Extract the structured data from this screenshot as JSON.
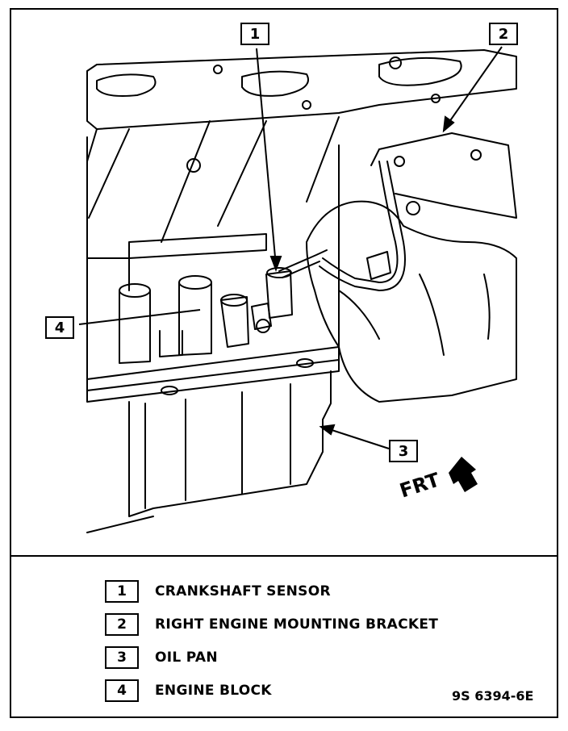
{
  "diagram": {
    "callouts": [
      {
        "id": "1",
        "label": "1"
      },
      {
        "id": "2",
        "label": "2"
      },
      {
        "id": "3",
        "label": "3"
      },
      {
        "id": "4",
        "label": "4"
      }
    ],
    "direction_label": "FRT"
  },
  "legend": {
    "items": [
      {
        "number": "1",
        "text": "CRANKSHAFT SENSOR"
      },
      {
        "number": "2",
        "text": "RIGHT ENGINE MOUNTING BRACKET"
      },
      {
        "number": "3",
        "text": "OIL PAN"
      },
      {
        "number": "4",
        "text": "ENGINE BLOCK"
      }
    ],
    "figure_id": "9S 6394-6E"
  }
}
